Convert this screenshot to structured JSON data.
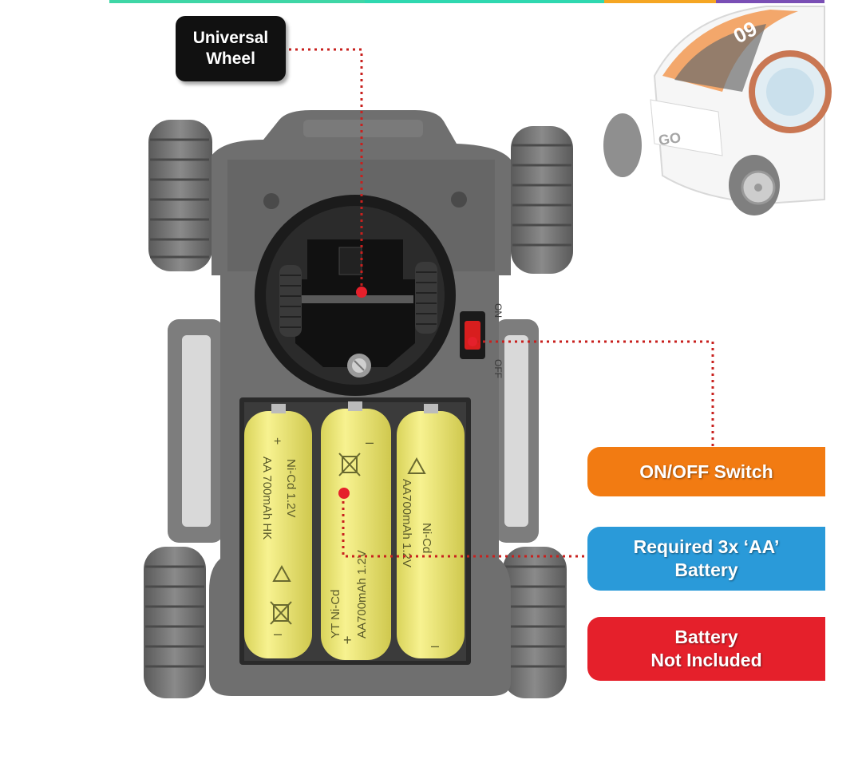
{
  "callouts": {
    "universal_wheel": {
      "line1": "Universal",
      "line2": "Wheel"
    },
    "on_off_switch": {
      "text": "ON/OFF Switch"
    },
    "battery_required": {
      "line1": "Required 3x ‘AA’",
      "line2": "Battery"
    },
    "battery_not_included": {
      "line1": "Battery",
      "line2": "Not Included"
    }
  },
  "toy": {
    "car_badge": "GO",
    "car_side_text": "09",
    "switch_labels": {
      "on": "ON",
      "off": "OFF"
    }
  },
  "batteries": [
    {
      "label_1": "Ni-Cd 1.2V",
      "label_2": "AA 700mAh HK"
    },
    {
      "label_1": "YT Ni-Cd",
      "label_2": "AA700mAh 1.2V"
    },
    {
      "label_1": "Ni-Cd",
      "label_2": "AA700mAh 1.2V"
    }
  ],
  "colors": {
    "accent_orange": "#f27b12",
    "accent_blue": "#2a9ad9",
    "accent_red": "#e5202b",
    "callout_black": "#111111",
    "leader_dots": "#c8201e",
    "battery_yellow": "#f2ec7a",
    "chassis_gray": "#6f6f6f"
  },
  "icons": [
    "recycle-icon",
    "crossed-bin-icon"
  ]
}
